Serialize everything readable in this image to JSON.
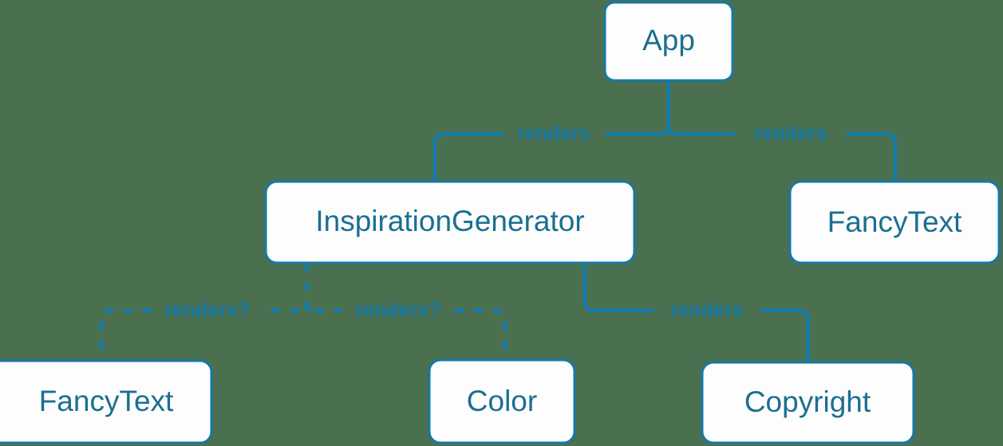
{
  "diagram": {
    "type": "component-tree",
    "background_color": "#4a7050",
    "node_fill": "#fdfdfd",
    "node_border_color": "#1479a8",
    "edge_color": "#0f7cb5",
    "label_color": "#1b6f91",
    "nodes": [
      {
        "id": "app",
        "label": "App"
      },
      {
        "id": "inspgen",
        "label": "InspirationGenerator"
      },
      {
        "id": "fancy_top",
        "label": "FancyText"
      },
      {
        "id": "fancy_bot",
        "label": "FancyText"
      },
      {
        "id": "color",
        "label": "Color"
      },
      {
        "id": "copyright",
        "label": "Copyright"
      }
    ],
    "edges": [
      {
        "from": "app",
        "to": "inspgen",
        "label": "renders",
        "style": "solid"
      },
      {
        "from": "app",
        "to": "fancy_top",
        "label": "renders",
        "style": "solid"
      },
      {
        "from": "inspgen",
        "to": "fancy_bot",
        "label": "renders?",
        "style": "dashed"
      },
      {
        "from": "inspgen",
        "to": "color",
        "label": "renders?",
        "style": "dashed"
      },
      {
        "from": "inspgen",
        "to": "copyright",
        "label": "renders",
        "style": "solid"
      }
    ],
    "edge_labels": {
      "app_to_inspgen": "renders",
      "app_to_fancytext": "renders",
      "inspgen_to_fancytext": "renders?",
      "inspgen_to_color": "renders?",
      "inspgen_to_copyright": "renders"
    }
  }
}
